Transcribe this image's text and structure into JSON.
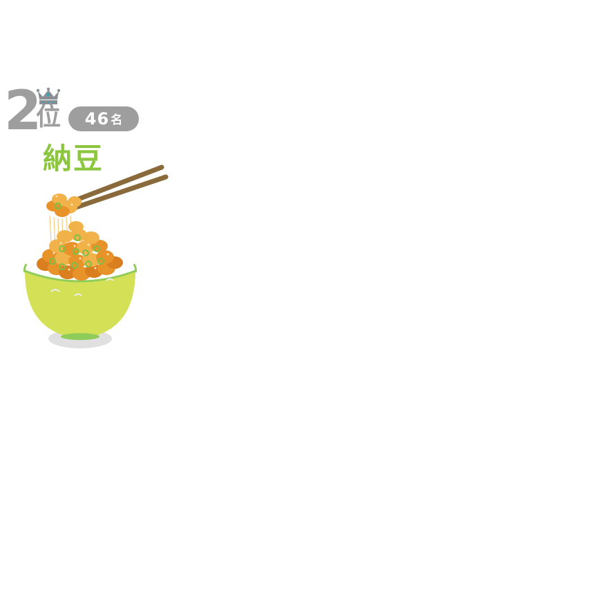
{
  "ranking": {
    "rank_number": "2",
    "rank_suffix": "位",
    "count_value": "46",
    "count_unit": "名",
    "food_name": "納豆"
  },
  "icons": {
    "crown": "crown-icon",
    "illustration": "natto-rice-bowl-illustration"
  },
  "colors": {
    "rank_gray": "#9e9e9e",
    "crown_gray": "#8a8f93",
    "crown_jewel": "#2aa6b8",
    "food_name_green": "#8cc63f",
    "bowl_yellow_green": "#d4e157",
    "bowl_rim_green": "#8fcc5a",
    "bean_orange": "#e8922a",
    "bean_light": "#f2b24a",
    "chopsticks_brown": "#8a6a3a",
    "shadow_gray": "#e0e0e0"
  }
}
